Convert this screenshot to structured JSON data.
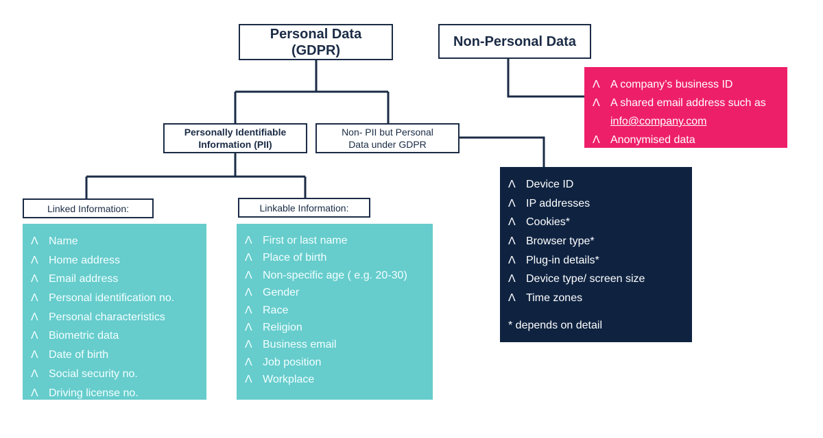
{
  "root": {
    "line1": "Personal Data",
    "line2": "(GDPR)"
  },
  "non_personal": {
    "title": "Non-Personal Data",
    "bullet": "Λ",
    "items": [
      "A company’s business ID",
      "A shared email address such as",
      "info@company.com",
      "Anonymised data"
    ]
  },
  "pii": {
    "line1": "Personally Identifiable",
    "line2": "Information (PII)"
  },
  "non_pii": {
    "line1": "Non- PII but Personal",
    "line2": "Data under GDPR"
  },
  "linked": {
    "label": "Linked Information:",
    "items": [
      "Name",
      "Home address",
      "Email address",
      "Personal identification no.",
      "Personal characteristics",
      "Biometric data",
      "Date of birth",
      "Social security no.",
      "Driving license no."
    ]
  },
  "linkable": {
    "label": "Linkable Information:",
    "items": [
      "First or last name",
      "Place of birth",
      "Non-specific age ( e.g. 20-30)",
      "Gender",
      "Race",
      "Religion",
      "Business email",
      "Job position",
      "Workplace"
    ]
  },
  "non_pii_list": {
    "items": [
      "Device ID",
      "IP addresses",
      "Cookies*",
      "Browser type*",
      "Plug-in details*",
      "Device type/ screen size",
      "Time zones"
    ],
    "footnote": "* depends on detail"
  },
  "colors": {
    "line": "#1a2b45",
    "teal": "#66cccc",
    "pink": "#ee1f69",
    "navy": "#0f2341"
  }
}
